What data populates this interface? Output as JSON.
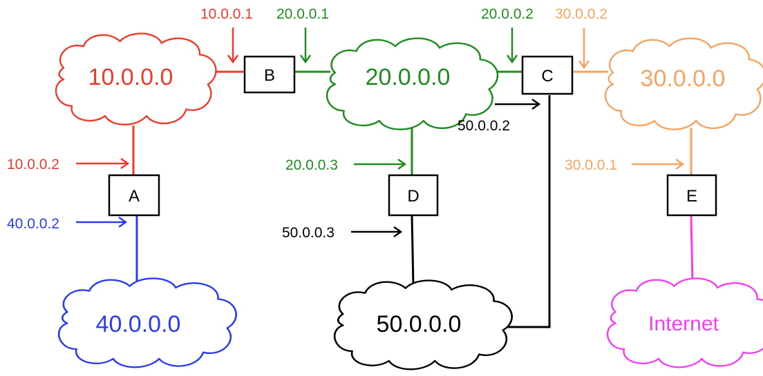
{
  "colors": {
    "red": "#ee3a2a",
    "green": "#1e8c1e",
    "orange": "#f5a35f",
    "blue": "#2a3cf0",
    "black": "#000000",
    "magenta": "#f33df0"
  },
  "networks": {
    "n10": "10.0.0.0",
    "n20": "20.0.0.0",
    "n30": "30.0.0.0",
    "n40": "40.0.0.0",
    "n50": "50.0.0.0",
    "internet": "Internet"
  },
  "routers": {
    "a": "A",
    "b": "B",
    "c": "C",
    "d": "D",
    "e": "E"
  },
  "interfaces": {
    "b_10": "10.0.0.1",
    "b_20": "20.0.0.1",
    "c_20": "20.0.0.2",
    "c_30": "30.0.0.2",
    "c_50": "50.0.0.2",
    "a_10": "10.0.0.2",
    "a_40": "40.0.0.2",
    "d_20": "20.0.0.3",
    "d_50": "50.0.0.3",
    "e_30": "30.0.0.1"
  }
}
